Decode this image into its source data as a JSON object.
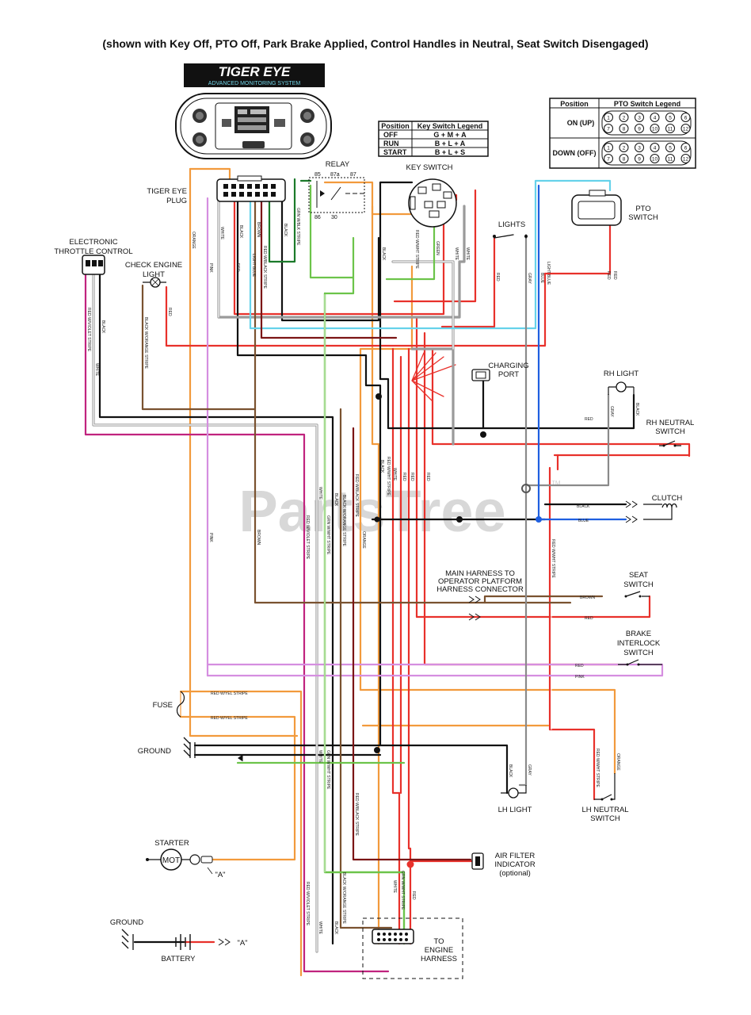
{
  "header": "(shown with Key Off, PTO Off, Park Brake Applied, Control Handles in Neutral, Seat Switch Disengaged)",
  "logo": {
    "title": "TIGER EYE",
    "subtitle": "ADVANCED MONITORING SYSTEM"
  },
  "watermark": "PartsTree",
  "watermark_tm": "TM",
  "key_switch_legend": {
    "col_position": "Position",
    "col_legend": "Key Switch Legend",
    "rows": [
      {
        "position": "OFF",
        "value": "G + M + A"
      },
      {
        "position": "RUN",
        "value": "B + L + A"
      },
      {
        "position": "START",
        "value": "B + L + S"
      }
    ]
  },
  "pto_switch_legend": {
    "col_position": "Position",
    "col_legend": "PTO Switch Legend",
    "row_on": "ON (UP)",
    "row_down": "DOWN (OFF)",
    "pins_top": [
      "1",
      "2",
      "3",
      "4",
      "5",
      "6"
    ],
    "pins_bottom": [
      "7",
      "8",
      "9",
      "10",
      "11",
      "12"
    ]
  },
  "components": {
    "tiger_eye_plug": [
      "TIGER EYE",
      "PLUG"
    ],
    "relay": "RELAY",
    "relay_pins": [
      "85",
      "87a",
      "87",
      "86",
      "30"
    ],
    "key_switch": "KEY SWITCH",
    "pto_switch": [
      "PTO",
      "SWITCH"
    ],
    "lights": "LIGHTS",
    "etc": [
      "ELECTRONIC",
      "THROTTLE CONTROL"
    ],
    "check_engine": [
      "CHECK ENGINE",
      "LIGHT"
    ],
    "charging_port": [
      "CHARGING",
      "PORT"
    ],
    "rh_light": "RH LIGHT",
    "rh_neutral": [
      "RH NEUTRAL",
      "SWITCH"
    ],
    "clutch": "CLUTCH",
    "main_harness": [
      "MAIN HARNESS TO",
      "OPERATOR PLATFORM",
      "HARNESS CONNECTOR"
    ],
    "seat_switch": [
      "SEAT",
      "SWITCH"
    ],
    "brake_interlock": [
      "BRAKE",
      "INTERLOCK",
      "SWITCH"
    ],
    "fuse": "FUSE",
    "ground": "GROUND",
    "lh_light": "LH LIGHT",
    "lh_neutral": [
      "LH NEUTRAL",
      "SWITCH"
    ],
    "starter": "STARTER",
    "starter_mot": "MOT",
    "air_filter": [
      "AIR FILTER",
      "INDICATOR",
      "(optional)"
    ],
    "ground2": "GROUND",
    "battery": "BATTERY",
    "to_engine": [
      "TO",
      "ENGINE",
      "HARNESS"
    ],
    "ref_a": "\"A\""
  },
  "wire_labels": {
    "orange": "ORANGE",
    "white": "WHITE",
    "black": "BLACK",
    "brown": "BROWN",
    "pink": "PINK",
    "red": "RED",
    "light_blue": "LIGHT BLUE",
    "red_black": "RED W/BLACK STRIPE",
    "grn_blk": "GRN W/BLK STRIPE",
    "black_orange": "BLACK W/ORANGE STRIPE",
    "red_violet": "RED W/VIOLET STRIPE",
    "red_yel": "RED W/YEL STRIPE",
    "red_white": "RED W/WHT STRIPE",
    "grn_white": "GRN W/WHT STRIPE",
    "green": "GREEN",
    "gray": "GRAY",
    "blue": "BLUE"
  },
  "colors": {
    "orange": "#f29a3c",
    "black": "#111111",
    "white_wire": "#9a9a9a",
    "brown": "#7a5230",
    "pink": "#d58ee0",
    "red": "#e8312b",
    "light_blue": "#66d2ea",
    "green": "#6cc44a",
    "blue": "#1f5fe0",
    "gray": "#8a8a8a",
    "violet": "#c0237e",
    "dark_red": "#7b1515"
  }
}
